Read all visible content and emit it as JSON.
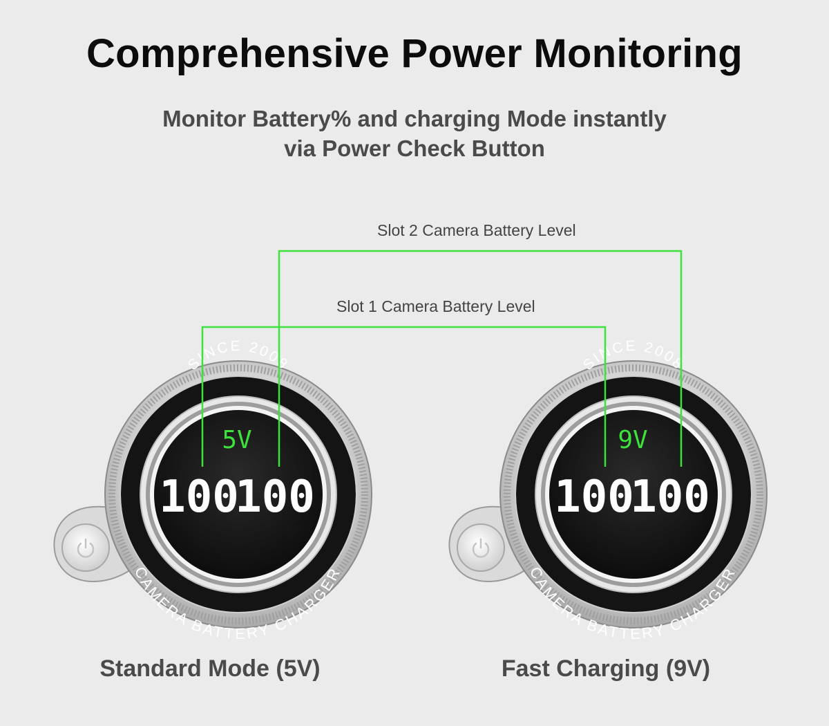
{
  "title": "Comprehensive Power Monitoring",
  "subtitle": {
    "line1": "Monitor Battery% and charging Mode instantly",
    "line2": "via Power Check Button"
  },
  "callouts": {
    "slot2": "Slot 2 Camera Battery Level",
    "slot1": "Slot 1 Camera Battery Level"
  },
  "devices": [
    {
      "top_text": "SINCE 2008",
      "bottom_text": "CAMERA BATTERY CHARGER",
      "voltage": "5V",
      "slot1_level": "100",
      "slot2_level": "100",
      "label": "Standard Mode (5V)"
    },
    {
      "top_text": "SINCE 2008",
      "bottom_text": "CAMERA BATTERY CHARGER",
      "voltage": "9V",
      "slot1_level": "100",
      "slot2_level": "100",
      "label": "Fast Charging (9V)"
    }
  ],
  "colors": {
    "background": "#ebebeb",
    "accent_green": "#3de23d",
    "display_digits": "#ffffff",
    "ring_dark": "#141414"
  },
  "icons": [
    "power-icon"
  ]
}
